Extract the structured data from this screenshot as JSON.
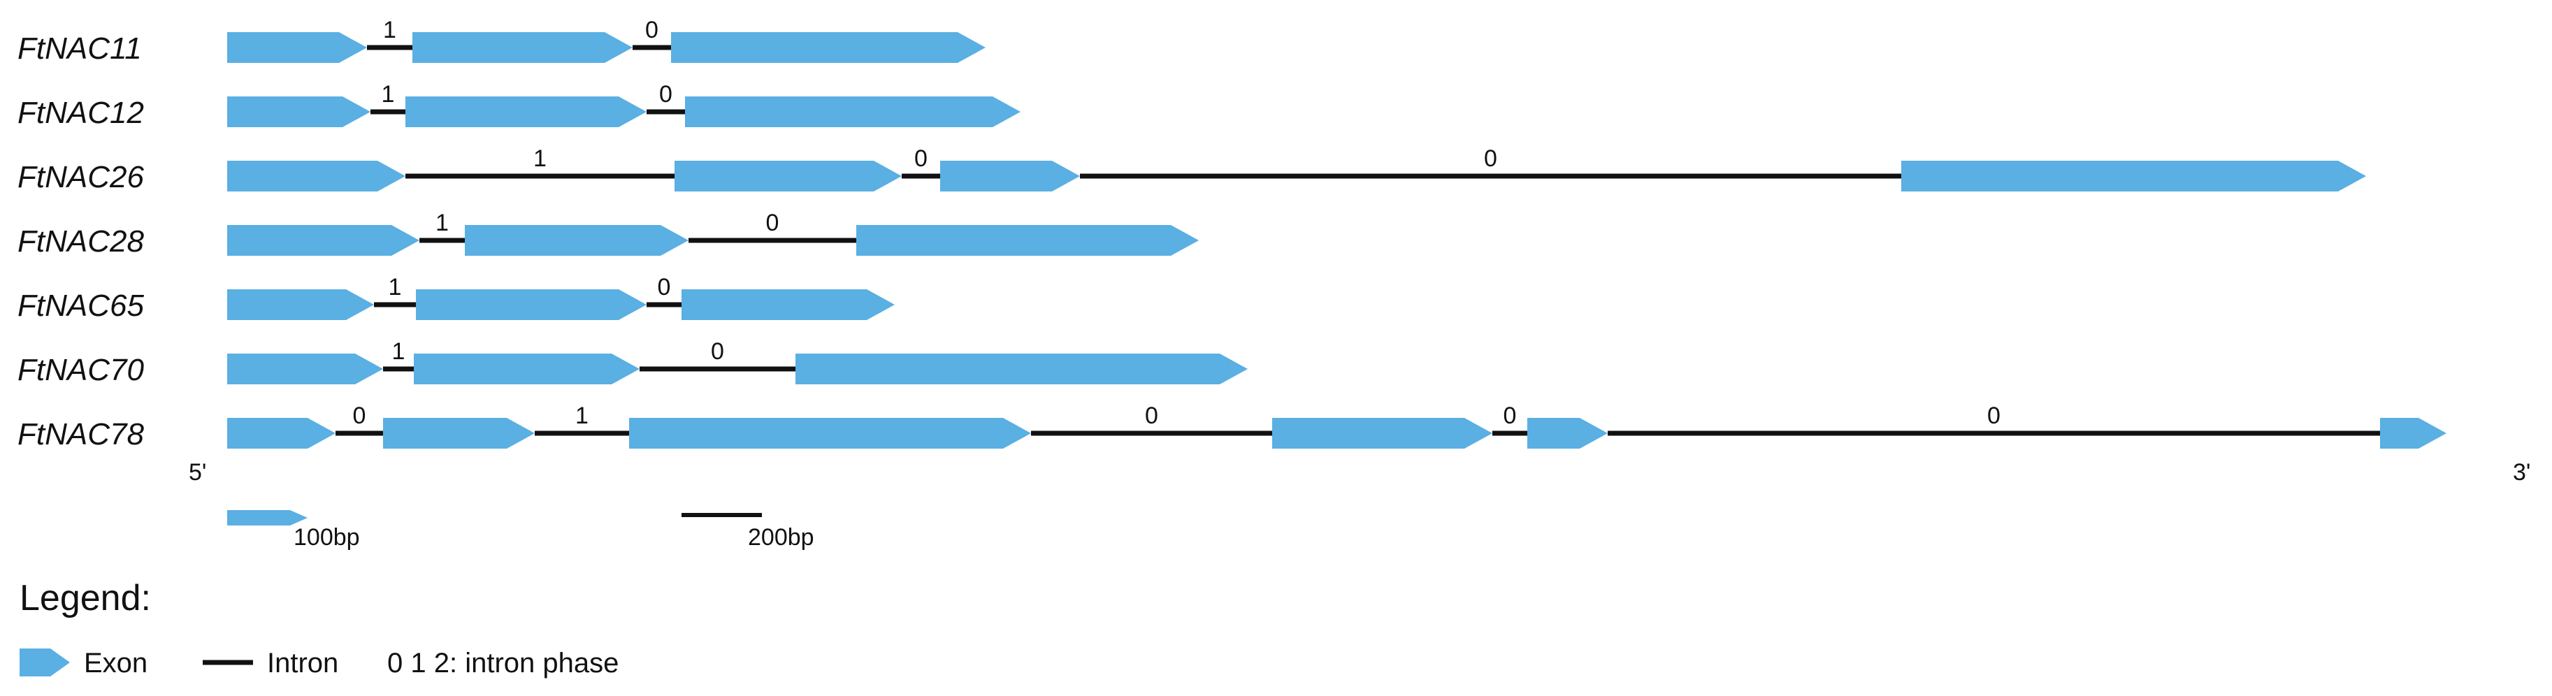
{
  "colors": {
    "exon": "#5AAFE3",
    "intron": "#111111"
  },
  "genes": [
    {
      "name": "FtNAC11",
      "exons": [
        [
          325,
          525
        ],
        [
          590,
          905
        ],
        [
          960,
          1410
        ]
      ],
      "introns": [
        {
          "phase": "1"
        },
        {
          "phase": "0"
        }
      ]
    },
    {
      "name": "FtNAC12",
      "exons": [
        [
          325,
          530
        ],
        [
          580,
          925
        ],
        [
          980,
          1460
        ]
      ],
      "introns": [
        {
          "phase": "1"
        },
        {
          "phase": "0"
        }
      ]
    },
    {
      "name": "FtNAC26",
      "exons": [
        [
          325,
          580
        ],
        [
          965,
          1290
        ],
        [
          1345,
          1545
        ],
        [
          2720,
          3385
        ]
      ],
      "introns": [
        {
          "phase": "1"
        },
        {
          "phase": "0"
        },
        {
          "phase": "0"
        }
      ]
    },
    {
      "name": "FtNAC28",
      "exons": [
        [
          325,
          600
        ],
        [
          665,
          985
        ],
        [
          1225,
          1715
        ]
      ],
      "introns": [
        {
          "phase": "1"
        },
        {
          "phase": "0"
        }
      ]
    },
    {
      "name": "FtNAC65",
      "exons": [
        [
          325,
          535
        ],
        [
          595,
          925
        ],
        [
          975,
          1280
        ]
      ],
      "introns": [
        {
          "phase": "1"
        },
        {
          "phase": "0"
        }
      ]
    },
    {
      "name": "FtNAC70",
      "exons": [
        [
          325,
          548
        ],
        [
          592,
          915
        ],
        [
          1138,
          1785
        ]
      ],
      "introns": [
        {
          "phase": "1"
        },
        {
          "phase": "0"
        }
      ]
    },
    {
      "name": "FtNAC78",
      "exons": [
        [
          325,
          480
        ],
        [
          548,
          765
        ],
        [
          900,
          1475
        ],
        [
          1820,
          2135
        ],
        [
          2185,
          2300
        ],
        [
          3405,
          3500
        ]
      ],
      "introns": [
        {
          "phase": "0"
        },
        {
          "phase": "1"
        },
        {
          "phase": "0"
        },
        {
          "phase": "0"
        },
        {
          "phase": "0"
        }
      ]
    }
  ],
  "ends": {
    "five_prime": "5'",
    "three_prime": "3'"
  },
  "scale_bars": {
    "exon_label": "100bp",
    "intron_label": "200bp"
  },
  "legend": {
    "title": "Legend:",
    "exon_label": "Exon",
    "intron_label": "Intron",
    "phase_label": "0 1 2: intron phase"
  }
}
